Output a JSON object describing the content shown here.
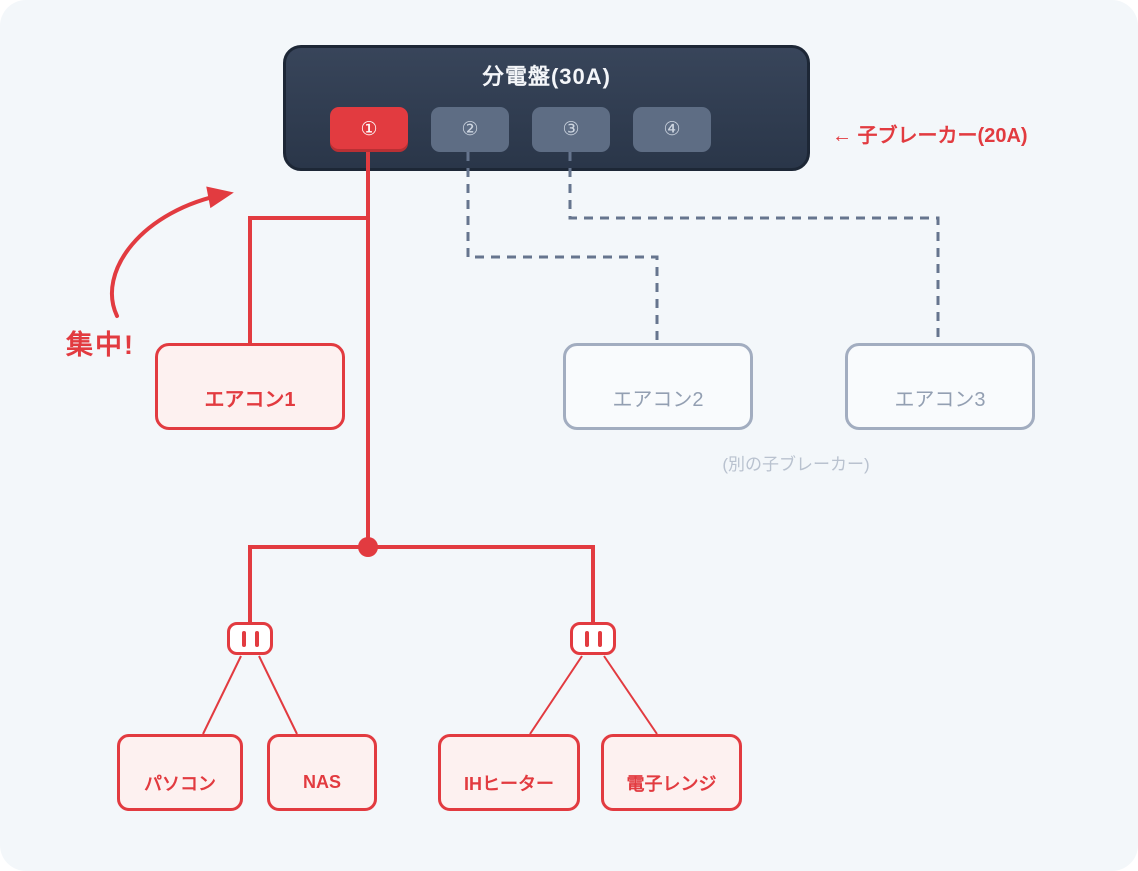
{
  "panel": {
    "title": "分電盤(30A)",
    "breakers": [
      {
        "label": "①",
        "state": "active"
      },
      {
        "label": "②",
        "state": "inactive"
      },
      {
        "label": "③",
        "state": "inactive"
      },
      {
        "label": "④",
        "state": "inactive"
      }
    ]
  },
  "annotations": {
    "child_breaker_label": "← 子ブレーカー(20A)",
    "concentration_label": "集中!",
    "other_breaker_note": "(別の子ブレーカー)"
  },
  "nodes": {
    "aircon1": {
      "label": "エアコン1"
    },
    "aircon2": {
      "label": "エアコン2"
    },
    "aircon3": {
      "label": "エアコン3"
    },
    "pc": {
      "label": "パソコン"
    },
    "nas": {
      "label": "NAS"
    },
    "ih_heater": {
      "label": "IHヒーター"
    },
    "microwave": {
      "label": "電子レンジ"
    }
  },
  "colors": {
    "background": "#f3f7fa",
    "accent_red": "#e23b40",
    "red_node_fill": "#fdf1f0",
    "panel_dark": "#2f3b4e",
    "inactive_breaker": "#5e6d84",
    "dashed_wire": "#66758e",
    "muted_border": "#a2adc0",
    "muted_text": "#939fb2",
    "note_text": "#b9c2cf"
  }
}
